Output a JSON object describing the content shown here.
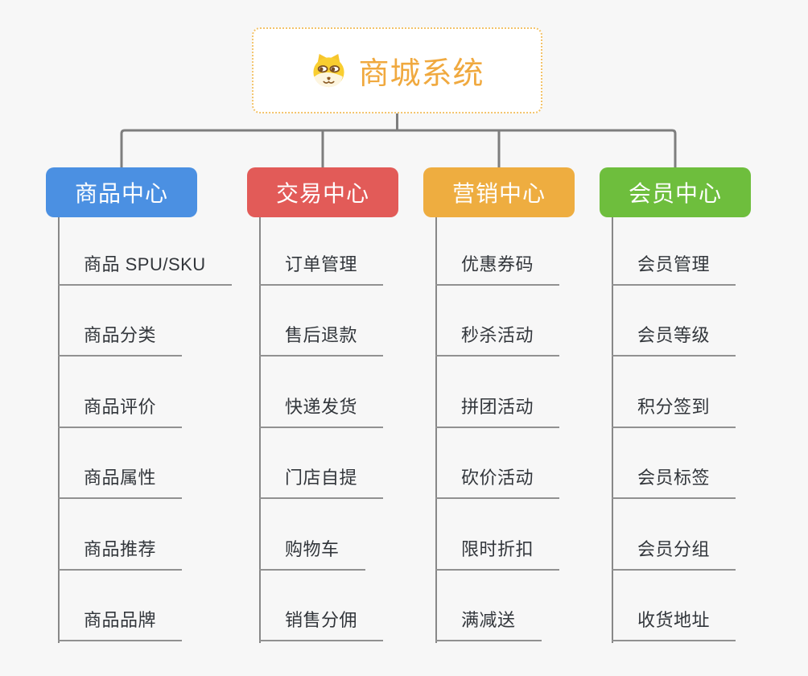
{
  "root": {
    "title": "商城系统",
    "icon": "dog-face-icon",
    "title_color": "#F0A93F",
    "border_color": "#F3C36A"
  },
  "branches": [
    {
      "label": "商品中心",
      "color": "#4B90E2",
      "children": [
        "商品 SPU/SKU",
        "商品分类",
        "商品评价",
        "商品属性",
        "商品推荐",
        "商品品牌"
      ]
    },
    {
      "label": "交易中心",
      "color": "#E25B58",
      "children": [
        "订单管理",
        "售后退款",
        "快递发货",
        "门店自提",
        "购物车",
        "销售分佣"
      ]
    },
    {
      "label": "营销中心",
      "color": "#EEAD40",
      "children": [
        "优惠券码",
        "秒杀活动",
        "拼团活动",
        "砍价活动",
        "限时折扣",
        "满减送"
      ]
    },
    {
      "label": "会员中心",
      "color": "#6EBE3D",
      "children": [
        "会员管理",
        "会员等级",
        "积分签到",
        "会员标签",
        "会员分组",
        "收货地址"
      ]
    }
  ],
  "colors": {
    "background": "#F7F7F7",
    "connector": "#7E7E7E",
    "branch_line": "#888888",
    "leaf_underline": "#919191",
    "leaf_text": "#32363B"
  }
}
